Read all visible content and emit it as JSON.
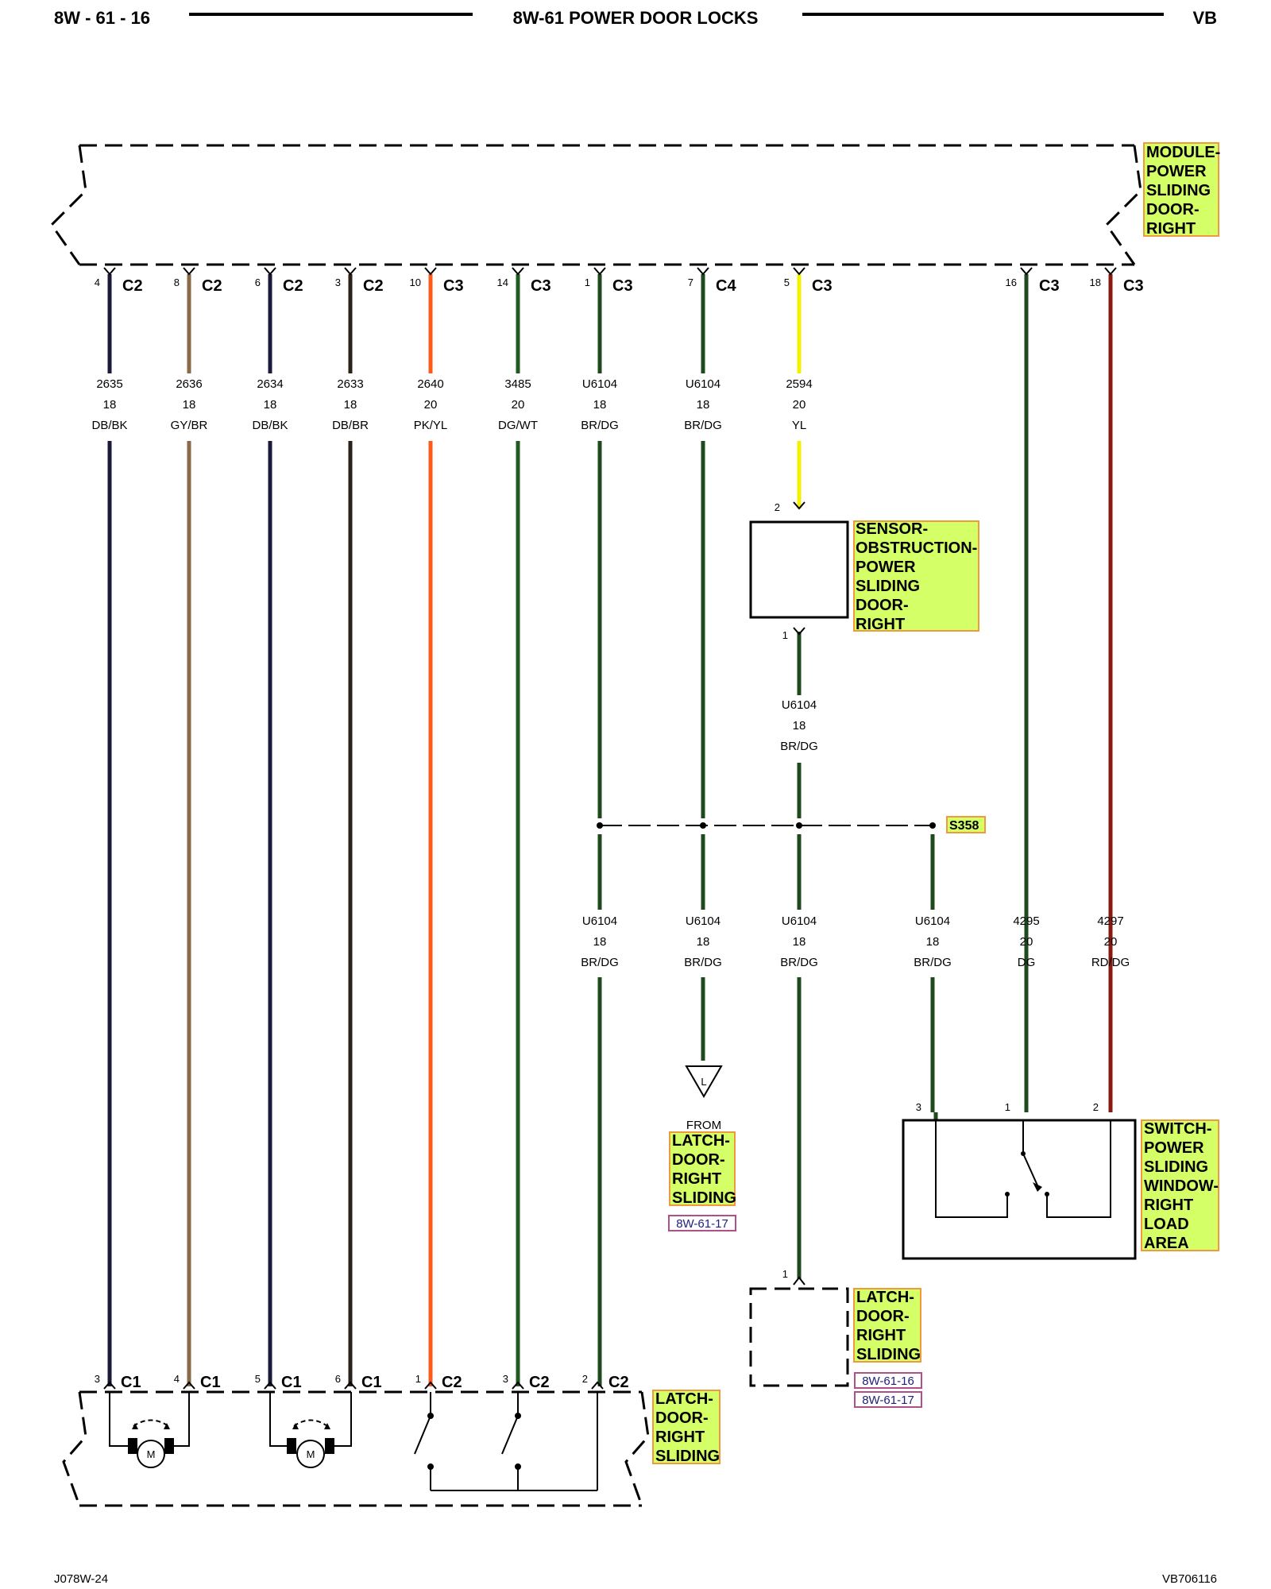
{
  "header": {
    "page_code": "8W - 61 - 16",
    "title": "8W-61 POWER DOOR LOCKS",
    "model": "VB"
  },
  "footer": {
    "left_code": "J078W-24",
    "right_code": "VB706116"
  },
  "components": {
    "module": [
      "MODULE-",
      "POWER",
      "SLIDING",
      "DOOR-",
      "RIGHT"
    ],
    "sensor": [
      "SENSOR-",
      "OBSTRUCTION-",
      "POWER",
      "SLIDING",
      "DOOR-",
      "RIGHT"
    ],
    "latch_from": [
      "LATCH-",
      "DOOR-",
      "RIGHT",
      "SLIDING"
    ],
    "latch_box": [
      "LATCH-",
      "DOOR-",
      "RIGHT",
      "SLIDING"
    ],
    "latch_bottom": [
      "LATCH-",
      "DOOR-",
      "RIGHT",
      "SLIDING"
    ],
    "switch": [
      "SWITCH-",
      "POWER",
      "SLIDING",
      "WINDOW-",
      "RIGHT",
      "LOAD",
      "AREA"
    ]
  },
  "splice": "S358",
  "from_label": "FROM",
  "ground_symbol": "L",
  "refs": {
    "latch_from": "8W-61-17",
    "latch_box_1": "8W-61-16",
    "latch_box_2": "8W-61-17"
  },
  "module_pins": [
    {
      "pin": "4",
      "conn": "C2",
      "circuit": "2635",
      "gauge": "18",
      "color": "DB/BK",
      "hex": "#1a1a3a"
    },
    {
      "pin": "8",
      "conn": "C2",
      "circuit": "2636",
      "gauge": "18",
      "color": "GY/BR",
      "hex": "#8a6a48"
    },
    {
      "pin": "6",
      "conn": "C2",
      "circuit": "2634",
      "gauge": "18",
      "color": "DB/BK",
      "hex": "#1a1a3a"
    },
    {
      "pin": "3",
      "conn": "C2",
      "circuit": "2633",
      "gauge": "18",
      "color": "DB/BR",
      "hex": "#2a2218"
    },
    {
      "pin": "10",
      "conn": "C3",
      "circuit": "2640",
      "gauge": "20",
      "color": "PK/YL",
      "hex": "#ff5a1a"
    },
    {
      "pin": "14",
      "conn": "C3",
      "circuit": "3485",
      "gauge": "20",
      "color": "DG/WT",
      "hex": "#1f5a1f"
    },
    {
      "pin": "1",
      "conn": "C3",
      "circuit": "U6104",
      "gauge": "18",
      "color": "BR/DG",
      "hex": "#1e4a1e"
    },
    {
      "pin": "7",
      "conn": "C4",
      "circuit": "U6104",
      "gauge": "18",
      "color": "BR/DG",
      "hex": "#1e4a1e"
    },
    {
      "pin": "5",
      "conn": "C3",
      "circuit": "2594",
      "gauge": "20",
      "color": "YL",
      "hex": "#f2f200"
    },
    {
      "pin": "16",
      "conn": "C3",
      "circuit": "",
      "gauge": "",
      "color": "",
      "hex": "#1e4a1e"
    },
    {
      "pin": "18",
      "conn": "C3",
      "circuit": "",
      "gauge": "",
      "color": "",
      "hex": "#8a1a10"
    }
  ],
  "sensor_pins": {
    "top": "2",
    "bottom": "1"
  },
  "sensor_out": {
    "circuit": "U6104",
    "gauge": "18",
    "color": "BR/DG"
  },
  "lower_labels": [
    {
      "circuit": "U6104",
      "gauge": "18",
      "color": "BR/DG"
    },
    {
      "circuit": "U6104",
      "gauge": "18",
      "color": "BR/DG"
    },
    {
      "circuit": "U6104",
      "gauge": "18",
      "color": "BR/DG"
    },
    {
      "circuit": "U6104",
      "gauge": "18",
      "color": "BR/DG"
    },
    {
      "circuit": "4295",
      "gauge": "20",
      "color": "DG"
    },
    {
      "circuit": "4297",
      "gauge": "20",
      "color": "RD/DG"
    }
  ],
  "switch_pins": [
    "3",
    "1",
    "2"
  ],
  "latch_box_pin": "1",
  "latch_pins": [
    {
      "pin": "3",
      "conn": "C1"
    },
    {
      "pin": "4",
      "conn": "C1"
    },
    {
      "pin": "5",
      "conn": "C1"
    },
    {
      "pin": "6",
      "conn": "C1"
    },
    {
      "pin": "1",
      "conn": "C2"
    },
    {
      "pin": "3",
      "conn": "C2"
    },
    {
      "pin": "2",
      "conn": "C2"
    }
  ],
  "motor_symbol": "M"
}
